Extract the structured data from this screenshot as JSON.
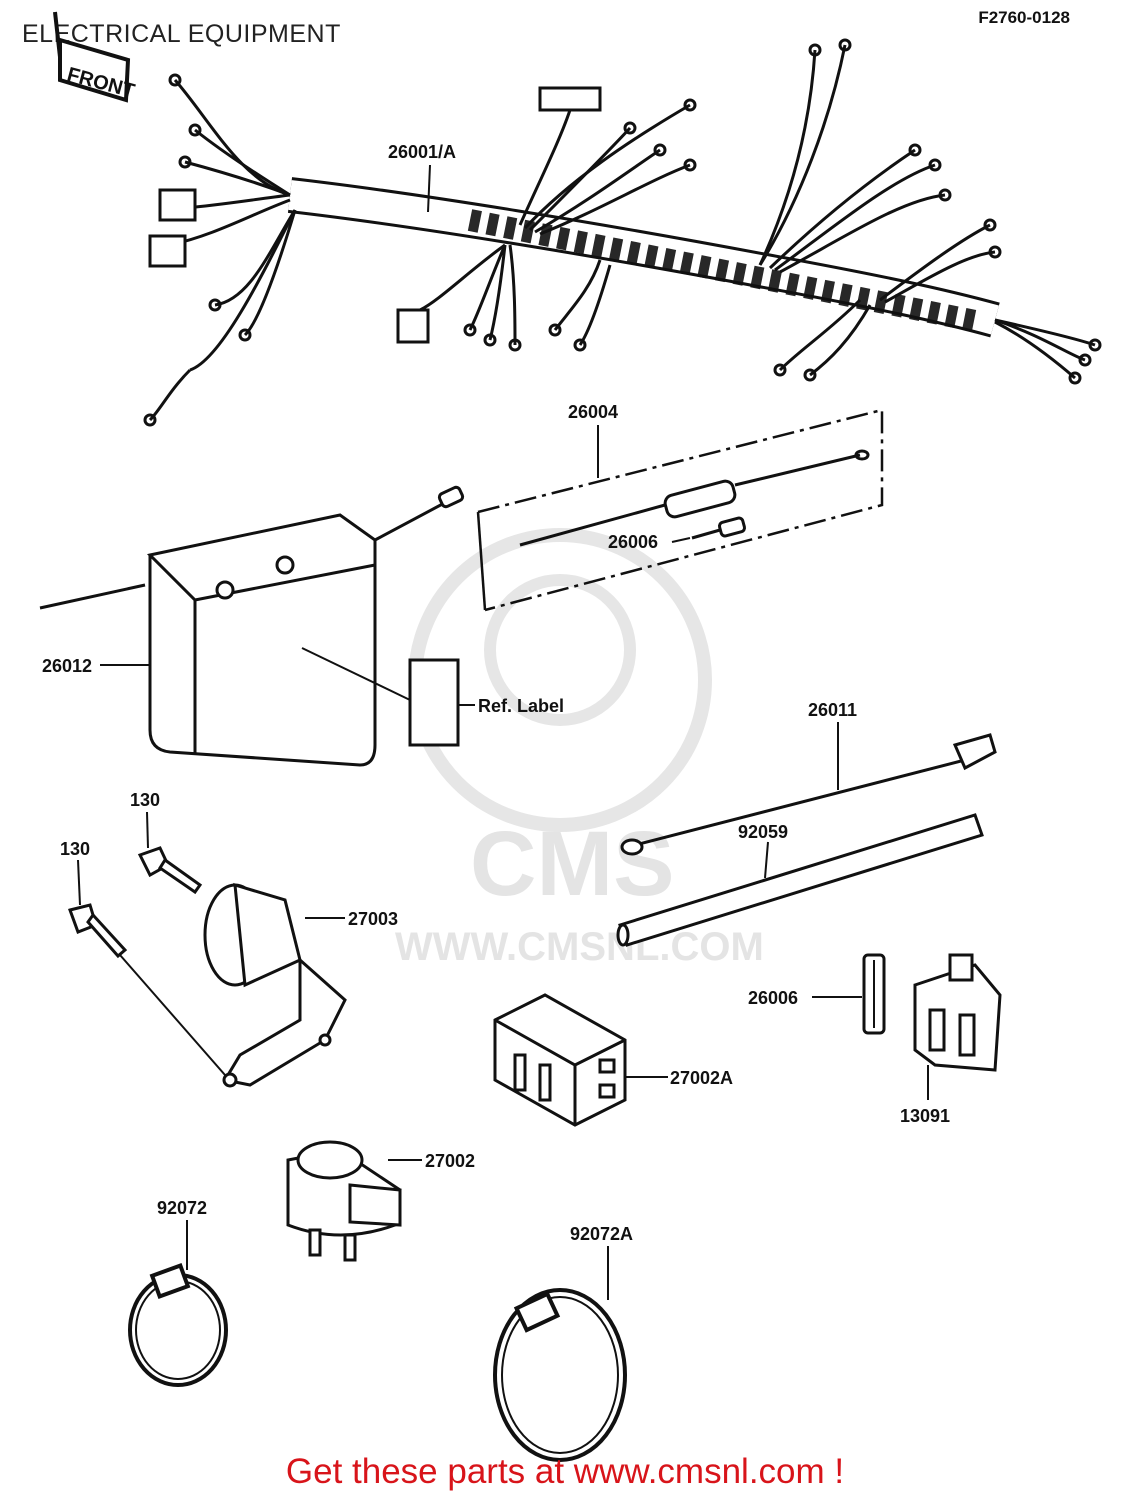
{
  "header": {
    "title": "ELECTRICAL EQUIPMENT",
    "figure_code": "F2760-0128",
    "front_tag": "FRONT"
  },
  "watermark": {
    "logo_text": "CMS",
    "url_text": "WWW.CMSNL.COM"
  },
  "parts": {
    "harness": "26001/A",
    "lead_assembly": "26004",
    "fuse_in_lead": "26006",
    "battery": "26012",
    "ref_label": "Ref. Label",
    "battery_cable": "26011",
    "tube": "92059",
    "bolt_upper": "130",
    "bolt_lower": "130",
    "regulator": "27003",
    "fuse": "26006",
    "relay_box": "27002A",
    "relay": "13091",
    "horn_switch": "27002",
    "band": "92072",
    "band_a": "92072A"
  },
  "footer": {
    "cta": "Get these parts at www.cmsnl.com !"
  }
}
